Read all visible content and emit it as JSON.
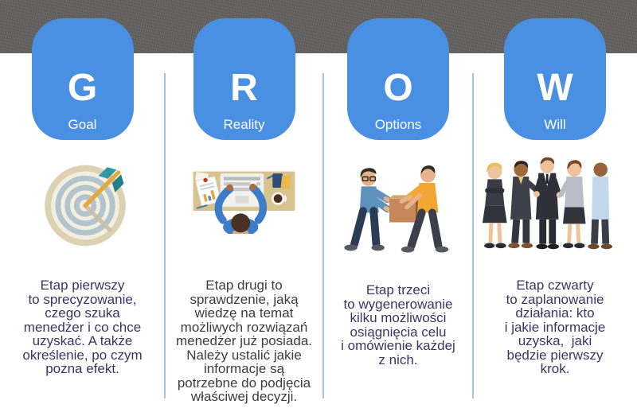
{
  "colors": {
    "accent_blue": "#4a90e2",
    "divider_blue": "#a3c4e3",
    "header_gray": "#636160",
    "card_text": "#ffffff",
    "text_navy": "#3b3564",
    "text_dark_gray": "#3d3d3d"
  },
  "columns": [
    {
      "letter": "G",
      "label": "Goal",
      "illustration": "target-with-arrow",
      "text_color": "#3b3564",
      "description_lines": [
        "Etap pierwszy",
        "to sprecyzowanie,",
        "czego szuka",
        "menedżer i co chce",
        "uzyskać. A także",
        "określenie, po czym",
        "pozna efekt."
      ]
    },
    {
      "letter": "R",
      "label": "Reality",
      "illustration": "person-working-at-desk",
      "text_color": "#3d3d3d",
      "description_lines": [
        "Etap drugi to",
        "sprawdzenie, jaką",
        "wiedzę na temat",
        "możliwych rozwiązań",
        "menedżer już posiada.",
        "Należy ustalić jakie",
        "informacje są",
        "potrzebne do podjęcia",
        "właściwej decyzji."
      ]
    },
    {
      "letter": "O",
      "label": "Options",
      "illustration": "two-people-carrying-box",
      "text_color": "#3b3564",
      "description_lines": [
        "Etap trzeci",
        "to wygenerowanie",
        "kilku możliwości",
        "osiągnięcia celu",
        "i omówienie każdej",
        "z nich."
      ]
    },
    {
      "letter": "W",
      "label": "Will",
      "illustration": "business-people-meeting",
      "text_color": "#3b3564",
      "description_lines": [
        "Etap czwarty",
        "to zaplanowanie",
        "działania: kto",
        "i jakie informacje",
        "uzyska,  jaki",
        "będzie pierwszy",
        "krok."
      ]
    }
  ]
}
